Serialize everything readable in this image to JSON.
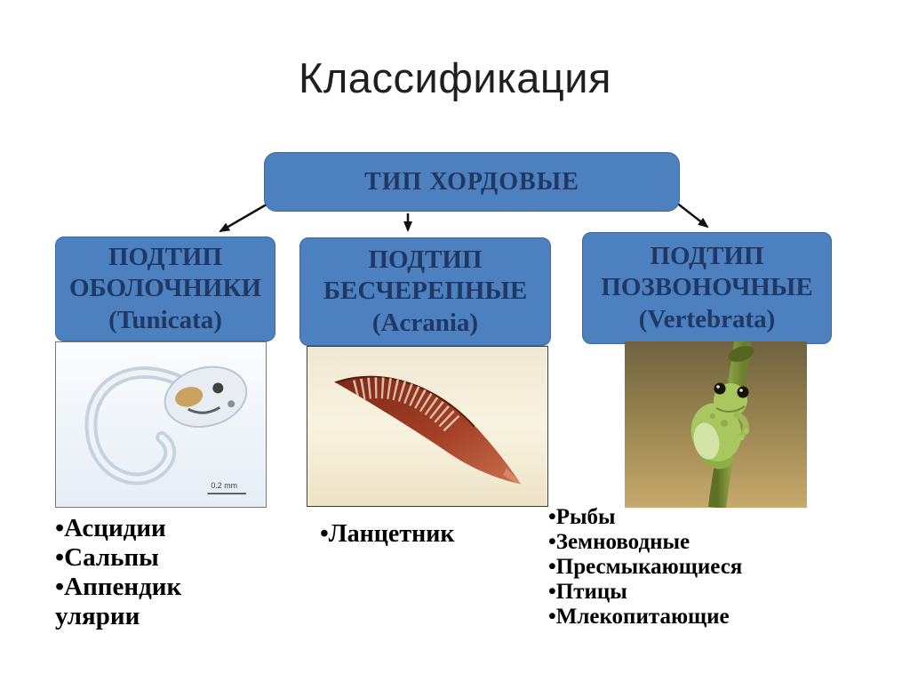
{
  "slide": {
    "title": "Классификация",
    "background": "#ffffff"
  },
  "colors": {
    "node_fill": "#4c80be",
    "node_border": "#3b6aa0",
    "node_text": "#1f3864",
    "title_text": "#1f1f1f",
    "list_text": "#000000",
    "arrow": "#111111"
  },
  "root_node": {
    "label": "ТИП ХОРДОВЫЕ"
  },
  "branches": [
    {
      "title_lines": [
        "ПОДТИП",
        "ОБОЛОЧНИКИ",
        "(Tunicata)"
      ],
      "image": "ascidian-larva-photo",
      "scale_label": "0.2 mm",
      "list": [
        "•Асцидии",
        "•Сальпы",
        "•Аппендик",
        "улярии"
      ]
    },
    {
      "title_lines": [
        "ПОДТИП",
        "БЕСЧЕРЕПНЫЕ",
        "(Acrania)"
      ],
      "image": "lancelet-photo",
      "list": [
        "•Ланцетник"
      ]
    },
    {
      "title_lines": [
        "ПОДТИП",
        "ПОЗВОНОЧНЫЕ",
        "(Vertebrata)"
      ],
      "image": "tree-frog-photo",
      "list": [
        "•Рыбы",
        "•Земноводные",
        "•Пресмыкающиеся",
        "•Птицы",
        "•Млекопитающие"
      ]
    }
  ]
}
